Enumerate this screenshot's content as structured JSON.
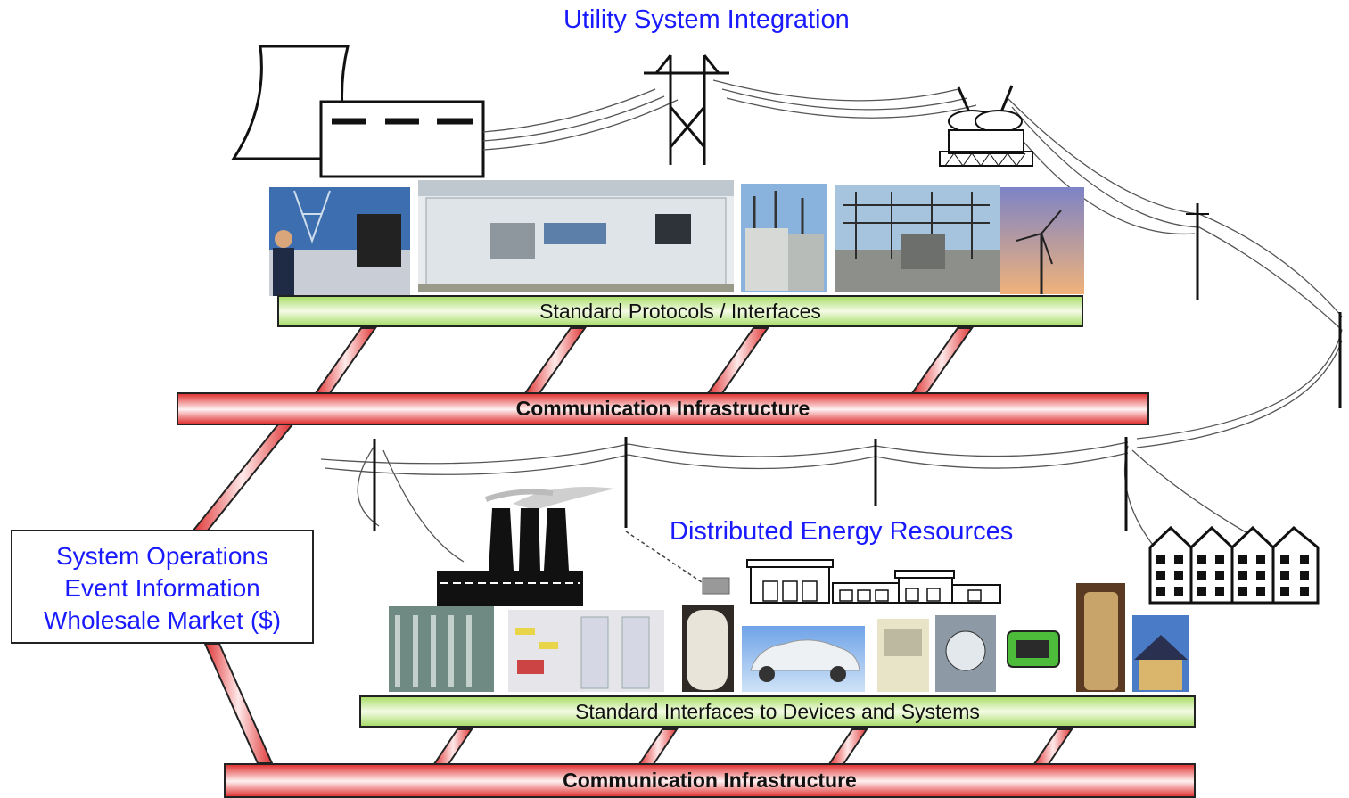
{
  "titles": {
    "utility": "Utility System Integration",
    "der": "Distributed Energy Resources"
  },
  "bars": {
    "protocols": "Standard Protocols / Interfaces",
    "comm_upper": "Communication Infrastructure",
    "device_interfaces": "Standard Interfaces to Devices and Systems",
    "comm_lower": "Communication Infrastructure"
  },
  "operations_box": {
    "line1": "System Operations",
    "line2": "Event Information",
    "line3": "Wholesale Market ($)"
  },
  "colors": {
    "title_text": "#1a1aff",
    "interface_bar": "#a9dd6a",
    "comm_bar": "#e03535",
    "outline": "#222222"
  },
  "icons": [
    "power-plant-icon",
    "transmission-tower-icon",
    "substation-transformer-icon",
    "utility-pole-icon",
    "factory-icon",
    "commercial-building-icon",
    "houses-icon"
  ]
}
